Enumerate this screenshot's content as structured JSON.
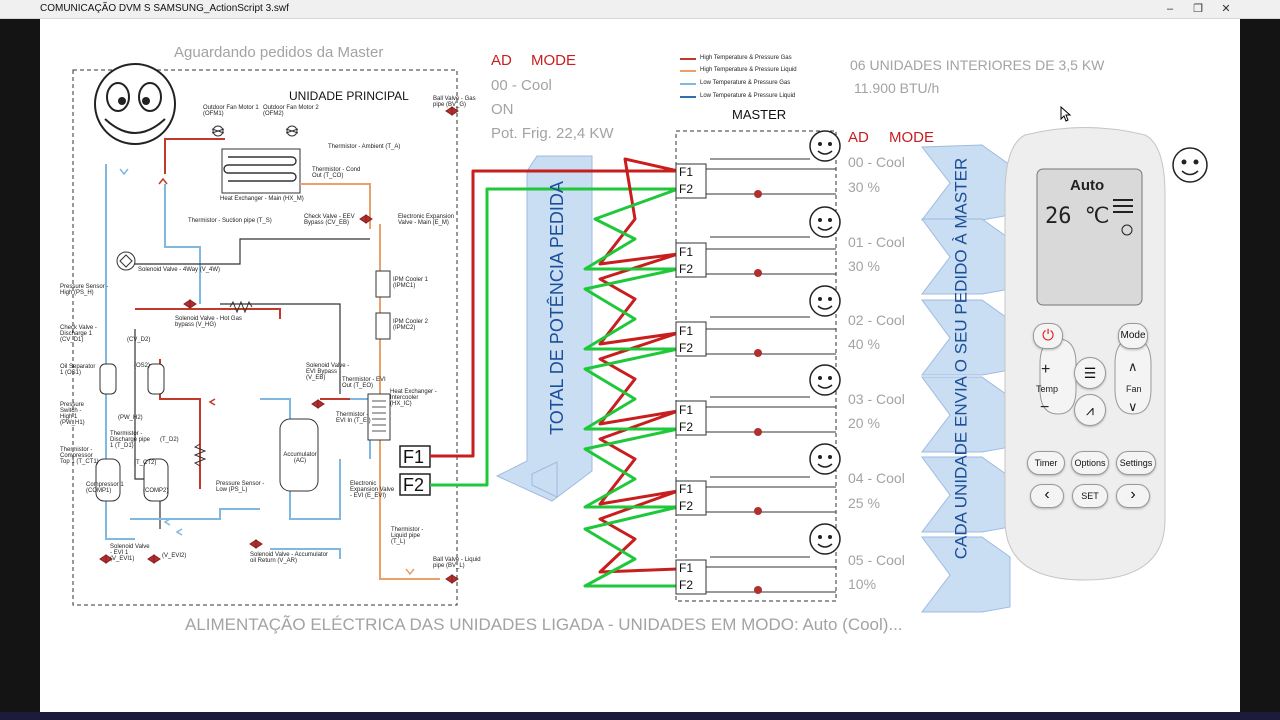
{
  "window": {
    "title": "COMUNICAÇÃO DVM S SAMSUNG_ActionScript 3.swf",
    "controls": [
      "–",
      "❐",
      "✕"
    ]
  },
  "outdoor": {
    "status": "Aguardando pedidos da Master",
    "unit_label": "UNIDADE PRINCIPAL",
    "ad_label": "AD",
    "mode_label": "MODE",
    "mode_value": "00 - Cool",
    "power": "ON",
    "capacity": "Pot. Frig. 22,4 KW",
    "ports": [
      "F1",
      "F2"
    ],
    "components": [
      "Outdoor Fan Motor 1 (OFM1)",
      "Outdoor Fan Motor 2 (OFM2)",
      "Ball Valve - Gas pipe (BV_G)",
      "Thermistor - Ambient (T_A)",
      "Heat Exchanger - Main (HX_M)",
      "Thermistor - Cond Out (T_CO)",
      "Thermistor - Suction pipe (T_S)",
      "Check Valve - EEV Bypass (CV_EB)",
      "Electronic Expansion Valve - Main (E_M)",
      "Solenoid Valve - 4Way (V_4W)",
      "Pressure Sensor - High (PS_H)",
      "Solenoid Valve - Hot Gas bypass (V_HG)",
      "IPM Cooler 1 (IPMC1)",
      "IPM Cooler 2 (IPMC2)",
      "Check Valve - Discharge 1 (CV_D1)",
      "(CV_D2)",
      "Oil Separator 1 (OS1)",
      "(OS2)",
      "Solenoid Valve - EVI Bypass (V_EB)",
      "Thermistor - EVI Out (T_EO)",
      "Heat Exchanger - Intercooler (HX_IC)",
      "Thermistor - EVI In (T_EI)",
      "Pressure Switch - High 1 (PW_H1)",
      "(PW_H2)",
      "Thermistor - Discharge pipe 1 (T_D1)",
      "(T_D2)",
      "Thermistor - Compressor Top 1 (T_CT1)",
      "(T_CT2)",
      "Accumulator (AC)",
      "Electronic Expansion Valve - EVI (E_EVI)",
      "Compressor 1 (COMP1)",
      "(COMP2)",
      "Pressure Sensor - Low (PS_L)",
      "Solenoid Valve - EVI 1 (V_EVI1)",
      "(V_EVI2)",
      "Solenoid Valve - Accumulator oil Return (V_AR)",
      "Thermistor - Liquid pipe (T_L)",
      "Ball Valve - Liquid pipe (BV_L)"
    ]
  },
  "legend": [
    {
      "label": "High Temperature & Pressure Gas",
      "color": "#c0392b"
    },
    {
      "label": "High Temperature & Pressure Liquid",
      "color": "#e8a16a"
    },
    {
      "label": "Low Temperature & Pressure Gas",
      "color": "#7fb8e0"
    },
    {
      "label": "Low Temperature & Pressure Liquid",
      "color": "#2f6fb0"
    }
  ],
  "header": {
    "line1": "06 UNIDADES INTERIORES DE 3,5 KW",
    "line2": "11.900 BTU/h"
  },
  "banners": {
    "total": "TOTAL DE POTÊNCIA PEDIDA",
    "request": "CADA UNIDADE ENVIA O SEU PEDIDO À MASTER"
  },
  "master_label": "MASTER",
  "indoor": {
    "ad_label": "AD",
    "mode_label": "MODE",
    "units": [
      {
        "mode": "00 - Cool",
        "percent": "30 %"
      },
      {
        "mode": "01 - Cool",
        "percent": "30 %"
      },
      {
        "mode": "02 - Cool",
        "percent": "40 %"
      },
      {
        "mode": "03 - Cool",
        "percent": "20 %"
      },
      {
        "mode": "04 - Cool",
        "percent": "25 %"
      },
      {
        "mode": "05 - Cool",
        "percent": "10%"
      }
    ]
  },
  "remote": {
    "mode_display": "Auto",
    "temp_display": "26 ℃",
    "buttons": {
      "power": "⏻",
      "mode": "Mode",
      "temp_plus": "+",
      "temp_label": "Temp",
      "temp_minus": "−",
      "swing_h": "☰",
      "swing_v": "⩘",
      "fan_up": "∧",
      "fan_label": "Fan",
      "fan_down": "∨",
      "timer": "Timer",
      "options": "Options",
      "settings": "Settings",
      "left": "‹",
      "set": "SET",
      "right": "›"
    }
  },
  "status_line": "ALIMENTAÇÃO ELÉCTRICA DAS UNIDADES LIGADA - UNIDADES EM MODO: Auto (Cool)..."
}
